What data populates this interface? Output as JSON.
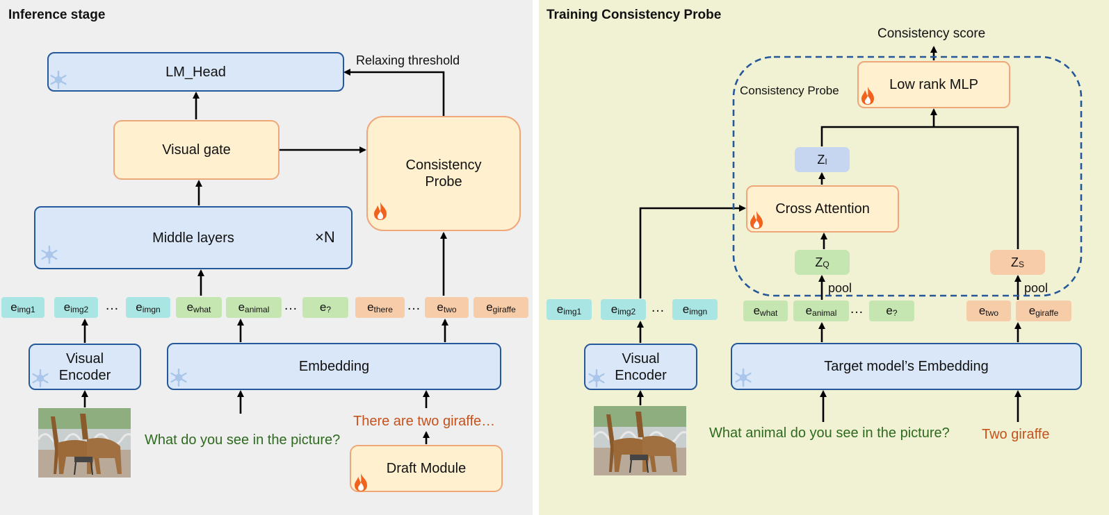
{
  "left": {
    "title": "Inference stage",
    "lm_head": "LM_Head",
    "visual_gate": "Visual gate",
    "middle_layers": "Middle layers",
    "times_n": "×N",
    "consistency_probe_line1": "Consistency",
    "consistency_probe_line2": "Probe",
    "relaxing_threshold": "Relaxing threshold",
    "visual_encoder_line1": "Visual",
    "visual_encoder_line2": "Encoder",
    "embedding": "Embedding",
    "question": "What do you see in the picture?",
    "draft_text": "There are two giraffe…",
    "draft_module": "Draft Module",
    "tokens": [
      {
        "base": "e",
        "sub": "img1"
      },
      {
        "base": "e",
        "sub": "img2"
      },
      {
        "base": "e",
        "sub": "imgn"
      },
      {
        "base": "e",
        "sub": "what"
      },
      {
        "base": "e",
        "sub": "animal"
      },
      {
        "base": "e",
        "sub": "?"
      },
      {
        "base": "e",
        "sub": "there"
      },
      {
        "base": "e",
        "sub": "two"
      },
      {
        "base": "e",
        "sub": "giraffe"
      }
    ],
    "ellipsis": "…"
  },
  "right": {
    "title": "Training Consistency Probe",
    "consistency_score": "Consistency score",
    "probe_label": "Consistency Probe",
    "low_rank_mlp": "Low rank MLP",
    "cross_attention": "Cross Attention",
    "z_i": {
      "base": "Z",
      "sub": "I"
    },
    "z_q": {
      "base": "Z",
      "sub": "Q"
    },
    "z_s": {
      "base": "Z",
      "sub": "S"
    },
    "pool": "pool",
    "visual_encoder_line1": "Visual",
    "visual_encoder_line2": "Encoder",
    "embedding": "Target model’s Embedding",
    "question": "What animal do you see in the picture?",
    "answer": "Two giraffe",
    "tokens": [
      {
        "base": "e",
        "sub": "img1"
      },
      {
        "base": "e",
        "sub": "img2"
      },
      {
        "base": "e",
        "sub": "imgn"
      },
      {
        "base": "e",
        "sub": "what"
      },
      {
        "base": "e",
        "sub": "animal"
      },
      {
        "base": "e",
        "sub": "?"
      },
      {
        "base": "e",
        "sub": "two"
      },
      {
        "base": "e",
        "sub": "giraffe"
      }
    ],
    "ellipsis": "…"
  },
  "colors": {
    "left_bg": "#efefef",
    "right_bg": "#f1f1d3",
    "frozen_fill": "#d9e7f8",
    "frozen_border": "#24589a",
    "trainable_fill": "#fff0cf",
    "trainable_border": "#efa77a",
    "question_text": "#2d6a1e",
    "draft_text": "#c5521d"
  },
  "icons": {
    "frozen": "snowflake-icon",
    "trainable": "flame-icon"
  }
}
